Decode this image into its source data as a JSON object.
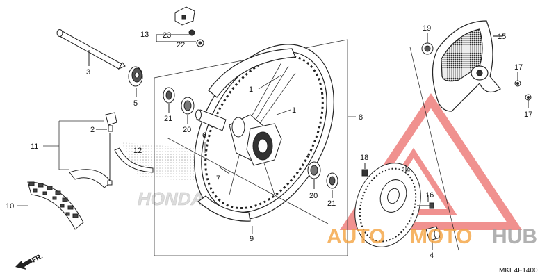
{
  "diagram": {
    "part_code": "MKE4F1400",
    "direction_label": "FR.",
    "callouts": {
      "c1a": "1",
      "c1b": "1",
      "c2": "2",
      "c3": "3",
      "c4": "4",
      "c5": "5",
      "c6": "6",
      "c7": "7",
      "c8": "8",
      "c9": "9",
      "c10": "10",
      "c11": "11",
      "c12": "12",
      "c13": "13",
      "c14": "14",
      "c15": "15",
      "c16": "16",
      "c17a": "17",
      "c17b": "17",
      "c18": "18",
      "c19": "19",
      "c20a": "20",
      "c20b": "20",
      "c21a": "21",
      "c21b": "21",
      "c22": "22",
      "c23": "23"
    },
    "background_brand": "HONDA",
    "watermark": {
      "text_left": "AUTO",
      "text_mid": "MOTO",
      "text_right": "HUB",
      "color_red": "#e53935",
      "color_orange": "#f4a340",
      "color_gray": "#9e9e9e"
    }
  }
}
